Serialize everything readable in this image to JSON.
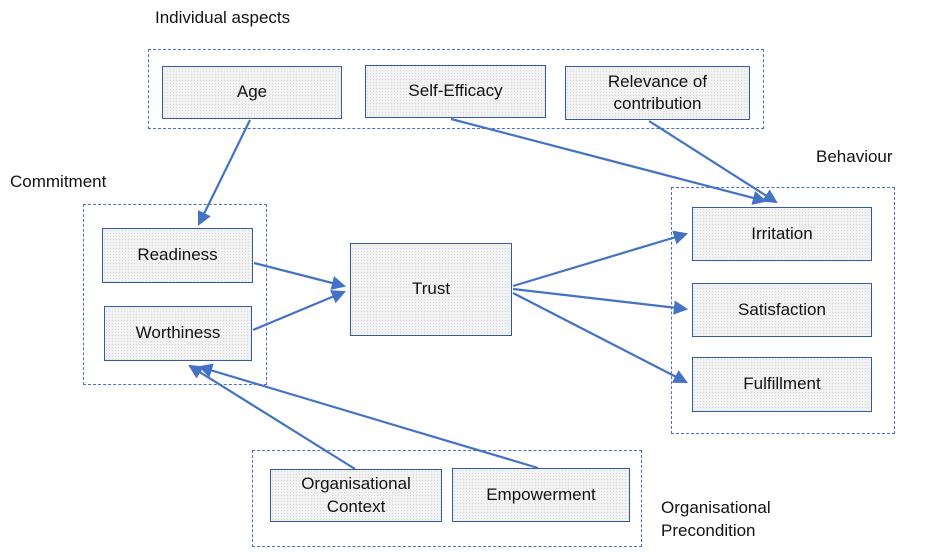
{
  "diagram": {
    "description": "Conceptual model linking individual aspects, commitment and organisational preconditions to trust and behaviour"
  },
  "groups": [
    {
      "id": "individual-aspects",
      "label": "Individual aspects"
    },
    {
      "id": "commitment",
      "label": "Commitment"
    },
    {
      "id": "behaviour",
      "label": "Behaviour"
    },
    {
      "id": "organisational-precondition",
      "label": "Organisational Precondition"
    }
  ],
  "nodes": [
    {
      "id": "age",
      "label": "Age",
      "group": "individual-aspects"
    },
    {
      "id": "self-efficacy",
      "label": "Self-Efficacy",
      "group": "individual-aspects"
    },
    {
      "id": "relevance-of-contribution",
      "label": "Relevance of contribution",
      "group": "individual-aspects"
    },
    {
      "id": "readiness",
      "label": "Readiness",
      "group": "commitment"
    },
    {
      "id": "worthiness",
      "label": "Worthiness",
      "group": "commitment"
    },
    {
      "id": "trust",
      "label": "Trust",
      "group": ""
    },
    {
      "id": "irritation",
      "label": "Irritation",
      "group": "behaviour"
    },
    {
      "id": "satisfaction",
      "label": "Satisfaction",
      "group": "behaviour"
    },
    {
      "id": "fulfillment",
      "label": "Fulfillment",
      "group": "behaviour"
    },
    {
      "id": "organisational-context",
      "label": "Organisational Context",
      "group": "organisational-precondition"
    },
    {
      "id": "empowerment",
      "label": "Empowerment",
      "group": "organisational-precondition"
    }
  ],
  "edges": [
    {
      "from": "age",
      "to": "readiness"
    },
    {
      "from": "self-efficacy",
      "to": "irritation"
    },
    {
      "from": "relevance-of-contribution",
      "to": "irritation"
    },
    {
      "from": "readiness",
      "to": "trust"
    },
    {
      "from": "worthiness",
      "to": "trust"
    },
    {
      "from": "trust",
      "to": "irritation"
    },
    {
      "from": "trust",
      "to": "satisfaction"
    },
    {
      "from": "trust",
      "to": "fulfillment"
    },
    {
      "from": "organisational-context",
      "to": "worthiness"
    },
    {
      "from": "empowerment",
      "to": "worthiness"
    }
  ],
  "colors": {
    "arrow": "#4472C4",
    "box_border": "#35599F",
    "box_fill": "#F2F2F2",
    "group_border": "#4472C4",
    "text": "#121212"
  }
}
